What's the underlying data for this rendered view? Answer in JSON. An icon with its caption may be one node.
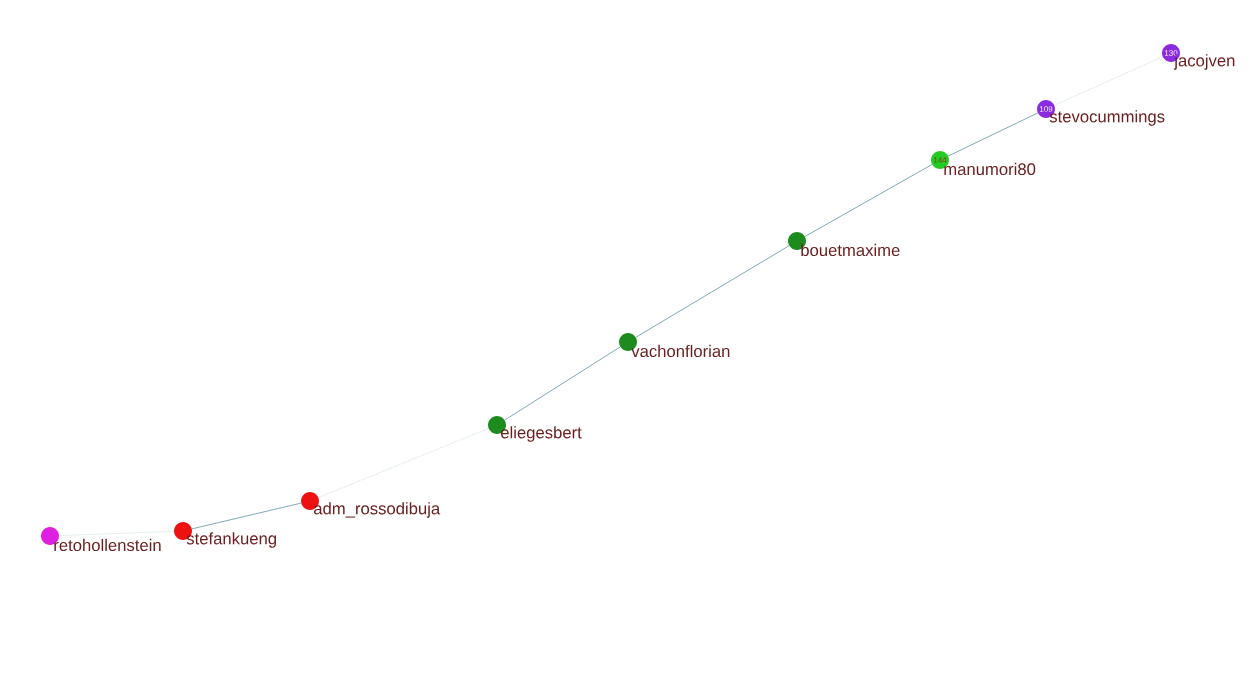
{
  "diagram": {
    "nodes": [
      {
        "text": [
          "130"
        ],
        "beside": [
          "jacojven"
        ]
      },
      {
        "text": [
          "109"
        ],
        "beside": [
          "stevocummings"
        ]
      },
      {
        "text": [
          "144"
        ],
        "beside": [
          "manumori80"
        ]
      },
      {
        "text": [],
        "shape": "circle",
        "beside": [
          "bouetmaxime"
        ]
      },
      {
        "text": [],
        "shape": "circle",
        "beside": [
          "vachonflorian"
        ]
      },
      {
        "text": [],
        "shape": "circle",
        "beside": [
          "eliegesbert"
        ]
      },
      {
        "text": [],
        "shape": "circle",
        "beside": [
          "adm_rossodibuja"
        ]
      },
      {
        "text": [],
        "shape": "circle",
        "beside": [
          "stefankueng"
        ]
      },
      {
        "text": [],
        "shape": "circle",
        "beside": [
          "retohollenstein"
        ]
      }
    ],
    "edges": [
      {
        "from": 0,
        "to": 1,
        "arrow": "none",
        "style": "dashed",
        "color": "#c9dadf"
      },
      {
        "from": 1,
        "to": 2,
        "arrow": "none"
      },
      {
        "from": 2,
        "to": 3,
        "arrow": "none"
      },
      {
        "from": 3,
        "to": 4,
        "arrow": "none"
      },
      {
        "from": 4,
        "to": 5,
        "arrow": "none"
      },
      {
        "from": 5,
        "to": 6,
        "arrow": "none",
        "style": "dashed",
        "color": "#c9dadf"
      },
      {
        "from": 6,
        "to": 7,
        "arrow": "none"
      },
      {
        "from": 7,
        "to": 8,
        "arrow": "none",
        "style": "dashed",
        "color": "#c9dadf"
      }
    ]
  }
}
